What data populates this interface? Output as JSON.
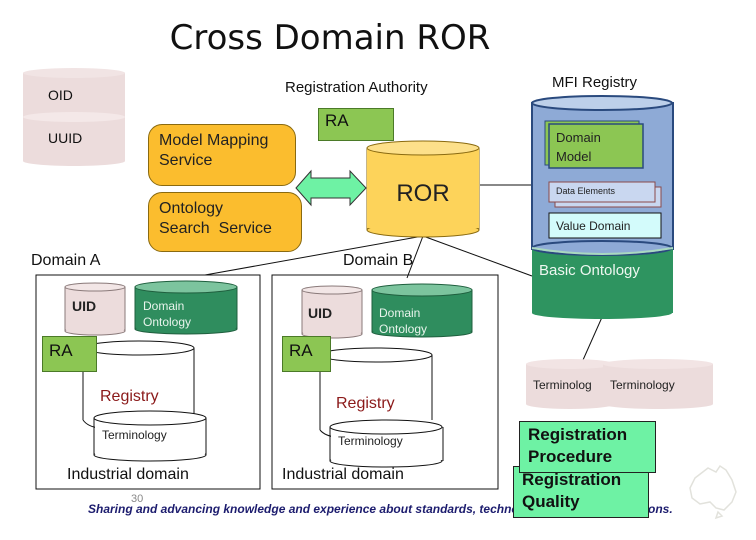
{
  "title": "Cross Domain ROR",
  "identifiers": {
    "oid": "OID",
    "uuid": "UUID"
  },
  "registration_authority": {
    "label": "Registration Authority",
    "ra": "RA",
    "ror": "ROR"
  },
  "services": {
    "model_mapping": [
      "Model Mapping",
      "Service"
    ],
    "ontology_search": [
      "Ontology",
      "Search  Service"
    ]
  },
  "mfi_registry": {
    "label": "MFI Registry",
    "domain_model": [
      "Domain",
      "Model"
    ],
    "data_elements": "Data Elements",
    "value_domain": "Value Domain",
    "basic_ontology": "Basic Ontology"
  },
  "domains": [
    {
      "label": "Domain A",
      "uid": "UID",
      "domain_ontology": [
        "Domain",
        "Ontology"
      ],
      "ra": "RA",
      "registry": "Registry",
      "terminology": "Terminology",
      "industrial": "Industrial domain"
    },
    {
      "label": "Domain B",
      "uid": "UID",
      "domain_ontology": [
        "Domain",
        "Ontology"
      ],
      "ra": "RA",
      "registry": "Registry",
      "terminology": "Terminology",
      "industrial": "Industrial domain"
    }
  ],
  "terminologies": [
    "Terminolog",
    "Terminology"
  ],
  "registration_procedure": [
    "Registration",
    "Procedure"
  ],
  "registration_quality": [
    "Registration",
    "Quality"
  ],
  "footer": {
    "text": "Sharing and advancing knowledge and experience about standards, techno",
    "tail": "ons.",
    "page_number": "30"
  },
  "colors": {
    "orange": "#fbbd2e",
    "ror_yellow": "#fdd35a",
    "ra_green": "#8cc653",
    "mint": "#6ef2a4",
    "mfi_blue": "#8eaad6",
    "basic_ontology_green": "#2e9460",
    "domain_ontology_green": "#2f8d5e",
    "pink": "#ecdcdc",
    "registry_red": "#8b1a1a",
    "footer_blue": "#1c1c6e"
  }
}
